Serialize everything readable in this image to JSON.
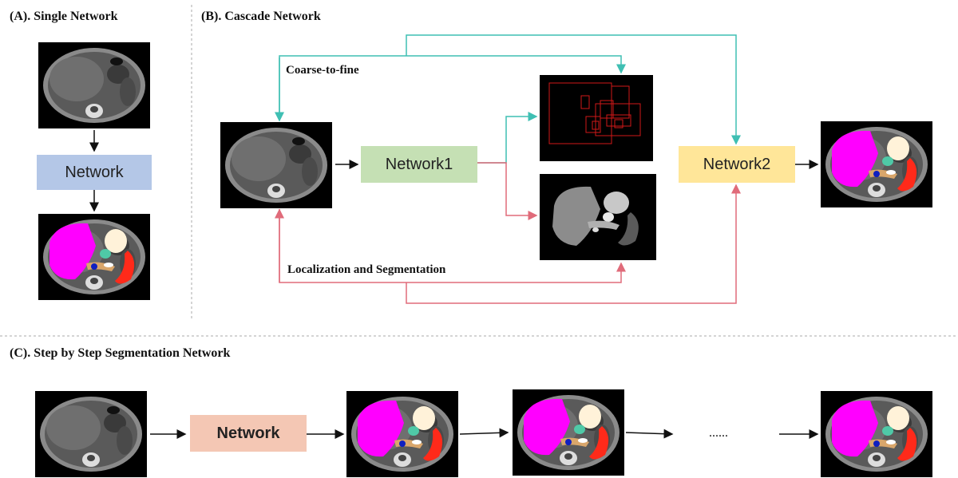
{
  "panels": {
    "a": {
      "title": "(A). Single Network",
      "network": "Network"
    },
    "b": {
      "title": "(B). Cascade Network",
      "network1": "Network1",
      "network2": "Network2",
      "coarse_label": "Coarse-to-fine",
      "loc_label": "Localization and Segmentation"
    },
    "c": {
      "title": "(C). Step by Step Segmentation Network",
      "network": "Network",
      "ellipsis": "......"
    }
  },
  "colors": {
    "network_blue": "#b4c7e7",
    "network_green": "#c5e0b4",
    "network_yellow": "#ffe699",
    "network_salmon": "#f4c7b4",
    "teal_arrow": "#3fbfb3",
    "red_arrow": "#e06b7a",
    "liver": "#ff00ff",
    "spleen": "#ff2a1a",
    "stomach": "#fff2d9",
    "gallbladder": "#4fc9a7",
    "pancreas": "#d9a66b",
    "aorta": "#1020c0"
  }
}
